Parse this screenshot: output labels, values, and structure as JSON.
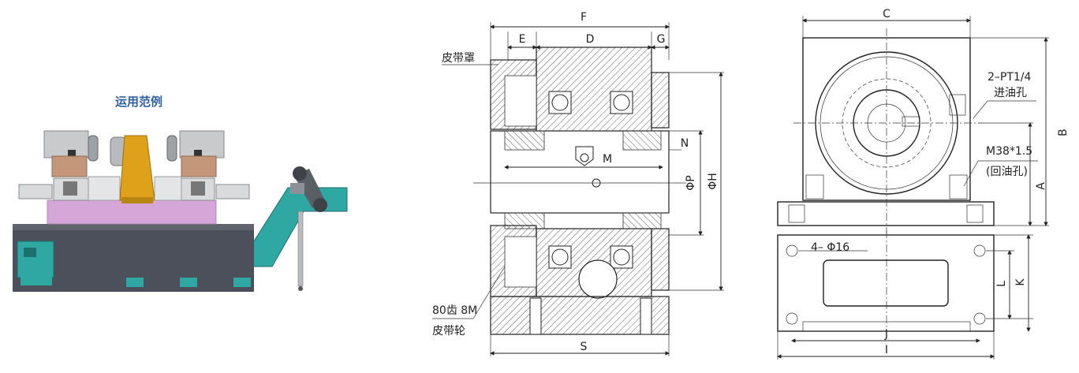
{
  "usage_example": {
    "title": "运用范例",
    "title_color": "#2e5f9e"
  },
  "section_view": {
    "dim_F": "F",
    "dim_E": "E",
    "dim_D": "D",
    "dim_G": "G",
    "dim_N": "N",
    "dim_M": "M",
    "dim_P": "ΦP",
    "dim_H": "ΦH",
    "dim_S": "S",
    "belt_cover": "皮带罩",
    "pulley_line1": "80齿 8M",
    "pulley_line2": "皮带轮"
  },
  "front_view": {
    "dim_C": "C",
    "dim_B": "B",
    "dim_A": "A",
    "oil_inlet_line1": "2–PT1/4",
    "oil_inlet_line2": "进油孔",
    "oil_return_line1": "M38*1.5",
    "oil_return_line2": "(回油孔)"
  },
  "bottom_view": {
    "holes": "4– Φ16",
    "dim_L": "L",
    "dim_K": "K",
    "dim_J": "J",
    "dim_I": "I"
  },
  "colors": {
    "machine_base": "#4b505a",
    "base_top": "#5f646d",
    "pink_table": "#d6a6d8",
    "teal": "#2fa7a2",
    "gold": "#e0a11a",
    "housing_grey": "#c9cacc"
  }
}
